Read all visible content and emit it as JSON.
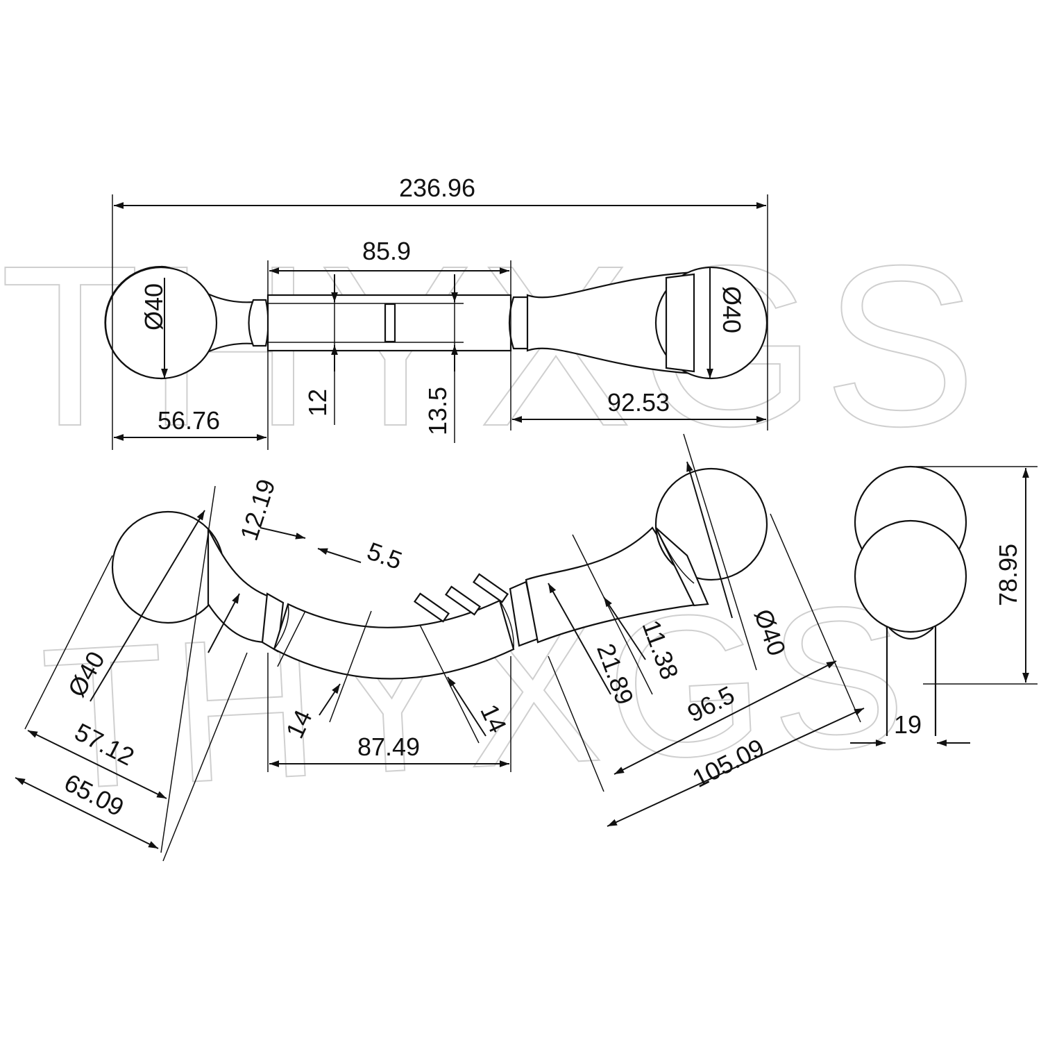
{
  "watermark": "THYXGS",
  "top_view": {
    "overall_length": "236.96",
    "bar_length": "85.9",
    "knob_diameter_left": "Ø40",
    "knob_diameter_right": "Ø40",
    "left_offset": "56.76",
    "right_offset": "92.53",
    "dim_12": "12",
    "dim_13_5": "13.5"
  },
  "front_view": {
    "dim_12_19": "12.19",
    "dim_5_5": "5.5",
    "knob_diameter_left": "Ø40",
    "knob_diameter_right": "Ø40",
    "dim_57_12": "57.12",
    "dim_65_09": "65.09",
    "dim_14_left": "14",
    "dim_14_right": "14",
    "bar_length": "87.49",
    "dim_21_89": "21.89",
    "dim_11_38": "11.38",
    "dim_96_5": "96.5",
    "dim_105_09": "105.09"
  },
  "side_view": {
    "height": "78.95",
    "width": "19"
  },
  "colors": {
    "line": "#111111",
    "watermark": "#cfcfcf",
    "background": "#ffffff"
  }
}
